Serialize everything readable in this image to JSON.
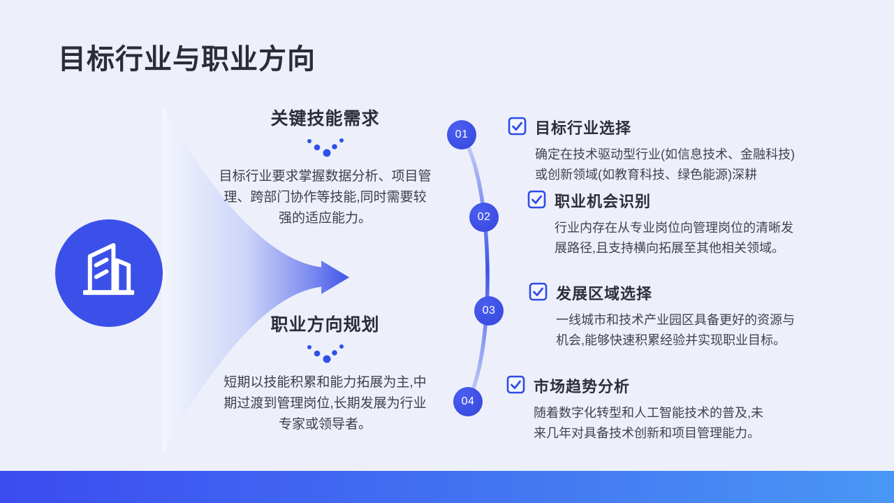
{
  "title": "目标行业与职业方向",
  "left_sections": [
    {
      "title": "关键技能需求",
      "body": "目标行业要求掌握数据分析、项目管\n理、跨部门协作等技能,同时需要较\n强的适应能力。"
    },
    {
      "title": "职业方向规划",
      "body": "短期以技能积累和能力拓展为主,中\n期过渡到管理岗位,长期发展为行业\n专家或领导者。"
    }
  ],
  "timeline": {
    "steps": [
      "01",
      "02",
      "03",
      "04"
    ]
  },
  "items": [
    {
      "title": "目标行业选择",
      "body": "确定在技术驱动型行业(如信息技术、金融科技)\n或创新领域(如教育科技、绿色能源)深耕"
    },
    {
      "title": "职业机会识别",
      "body": "行业内存在从专业岗位向管理岗位的清晰发\n展路径,且支持横向拓展至其他相关领域。"
    },
    {
      "title": "发展区域选择",
      "body": "一线城市和技术产业园区具备更好的资源与\n机会,能够快速积累经验并实现职业目标。"
    },
    {
      "title": "市场趋势分析",
      "body": "随着数字化转型和人工智能技术的普及,未\n来几年对具备技术创新和项目管理能力。"
    }
  ],
  "colors": {
    "background": "#edf0fa",
    "accent_blue": "#3b50e8",
    "checkbox_blue": "#2e4ce6",
    "title_text": "#2a2d35",
    "body_text": "#3f4350",
    "bottom_bar_left": "#3b4cf0",
    "bottom_bar_right": "#4997f4"
  },
  "icons": {
    "hero": "building-icon",
    "list_marker": "checkbox-checked-icon",
    "section_divider": "dots-v-icon",
    "flow": "arrow-funnel-graphic",
    "timeline": "timeline-arc"
  }
}
